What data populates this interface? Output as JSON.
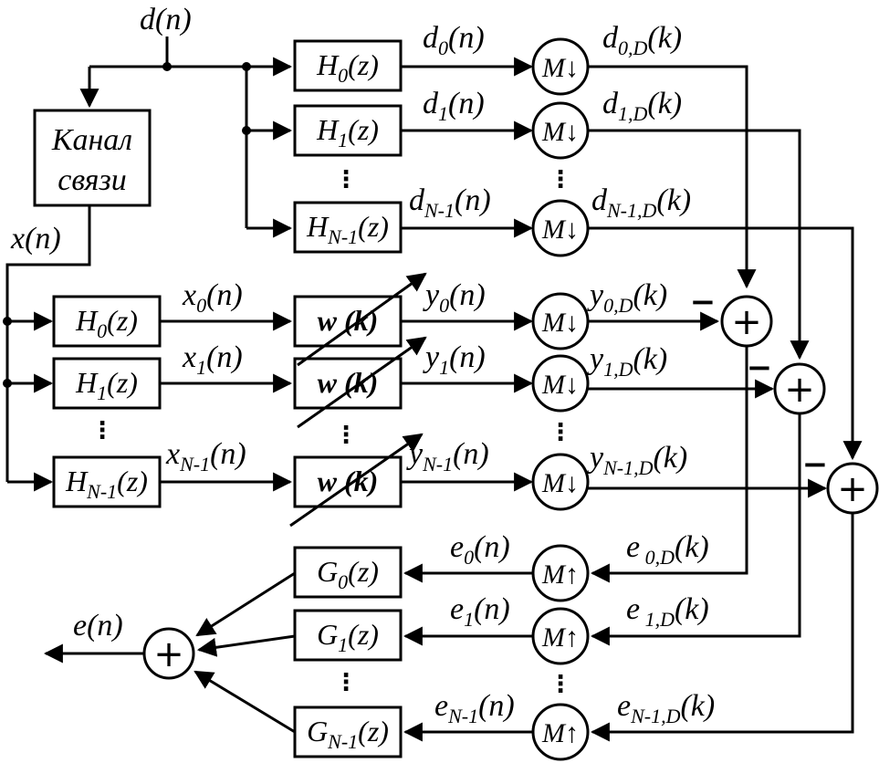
{
  "signals": {
    "d": "d(n)",
    "x": "x(n)",
    "e": "e(n)"
  },
  "channel": {
    "line1": "Канал",
    "line2": "связи"
  },
  "top_filters": [
    "H0(z)",
    "H1(z)",
    "HN-1(z)"
  ],
  "top_outputs": [
    "d0(n)",
    "d1(n)",
    "dN-1(n)"
  ],
  "top_decimated": [
    "d0,D(k)",
    "d1,D(k)",
    "dN-1,D(k)"
  ],
  "mid_filters": [
    "H0(z)",
    "H1(z)",
    "HN-1(z)"
  ],
  "mid_inputs": [
    "x0(n)",
    "x1(n)",
    "xN-1(n)"
  ],
  "adaptive": [
    "w (k)",
    "w (k)",
    "w (k)"
  ],
  "mid_outputs": [
    "y0(n)",
    "y1(n)",
    "yN-1(n)"
  ],
  "mid_decimated": [
    "y0,D(k)",
    "y1,D(k)",
    "yN-1,D(k)"
  ],
  "errors_D": [
    "e0,D(k)",
    "e1,D(k)",
    "eN-1,D(k)"
  ],
  "errors": [
    "e0(n)",
    "e1(n)",
    "eN-1(n)"
  ],
  "synth_filters": [
    "G0(z)",
    "G1(z)",
    "GN-1(z)"
  ],
  "decimator_symbol": "M↓",
  "interpolator_symbol": "M↑",
  "sum_symbol": "+",
  "minus_symbol": "−",
  "ellipsis": "⋮"
}
